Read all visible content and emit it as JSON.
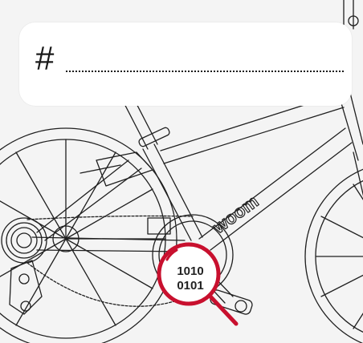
{
  "serial": {
    "prefix": "#",
    "code_line1": "1010",
    "code_line2": "0101"
  },
  "frame_logo": "woom",
  "colors": {
    "background": "#f4f4f4",
    "line": "#1f1f1f",
    "magnifier": "#c8102e",
    "card": "#ffffff"
  },
  "icons": {
    "magnifier": "magnifying-glass-icon"
  }
}
